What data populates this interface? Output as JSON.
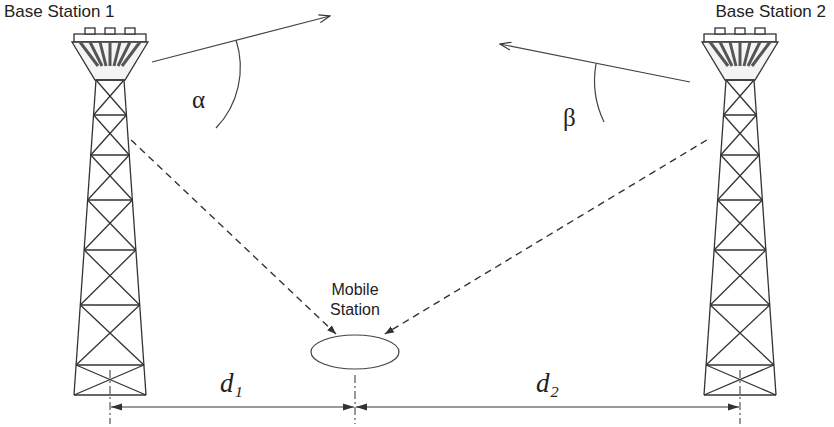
{
  "diagram": {
    "nodes": [
      {
        "text": [
          "Base Station 1"
        ]
      },
      {
        "text": [
          "Mobile Station"
        ]
      },
      {
        "text": [
          "Base Station 2"
        ]
      }
    ],
    "edges": [
      {
        "from": 0,
        "to": 1,
        "arrow": "to"
      },
      {
        "from": 2,
        "to": 1,
        "arrow": "to"
      }
    ],
    "labels": [
      "α",
      "β",
      "d₁",
      "d₂"
    ]
  }
}
